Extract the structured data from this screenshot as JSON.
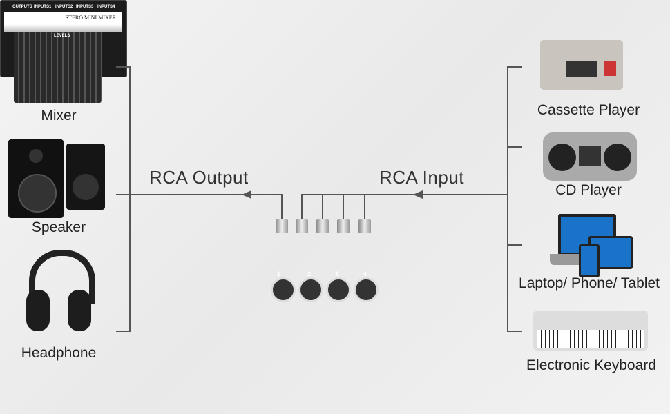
{
  "left_devices": [
    {
      "label": "Mixer"
    },
    {
      "label": "Speaker"
    },
    {
      "label": "Headphone"
    }
  ],
  "right_devices": [
    {
      "label": "Cassette Player"
    },
    {
      "label": "CD Player"
    },
    {
      "label": "Laptop/ Phone/ Tablet"
    },
    {
      "label": "Electronic Keyboard"
    }
  ],
  "output_label": "RCA Output",
  "input_label": "RCA Input",
  "mixer": {
    "title": "STERO MINI MIXER",
    "levels": "LEVELS",
    "ports": [
      "OUTPUTS",
      "INPUTS1",
      "INPUTS2",
      "INPUTS3",
      "INPUTS4"
    ],
    "knobs": [
      "1",
      "2",
      "3",
      "4"
    ]
  }
}
